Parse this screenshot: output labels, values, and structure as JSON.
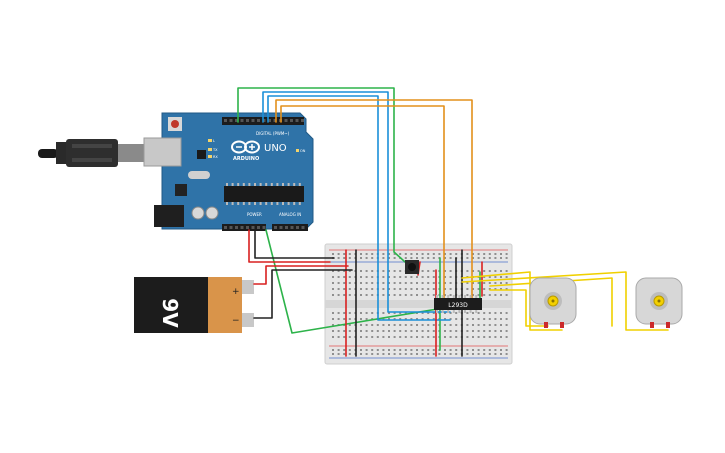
{
  "arduino": {
    "brand": "ARDUINO",
    "model": "UNO",
    "label_digital": "DIGITAL (PWM~)",
    "label_power": "POWER",
    "label_analog": "ANALOG IN",
    "label_tx": "TX",
    "label_rx": "RX",
    "label_l": "L",
    "label_on": "ON",
    "board_color": "#2f73a8"
  },
  "battery": {
    "label": "9V",
    "plus": "+",
    "minus": "−"
  },
  "driver_chip": {
    "label": "L293D"
  },
  "wire_colors": {
    "green": "#2db34a",
    "blue": "#1a8fd8",
    "orange": "#e3901c",
    "red": "#d92020",
    "black": "#222222",
    "yellow": "#f0d000"
  },
  "icons": [
    "usb-cable-icon",
    "dc-motor-icon",
    "pushbutton-icon"
  ]
}
